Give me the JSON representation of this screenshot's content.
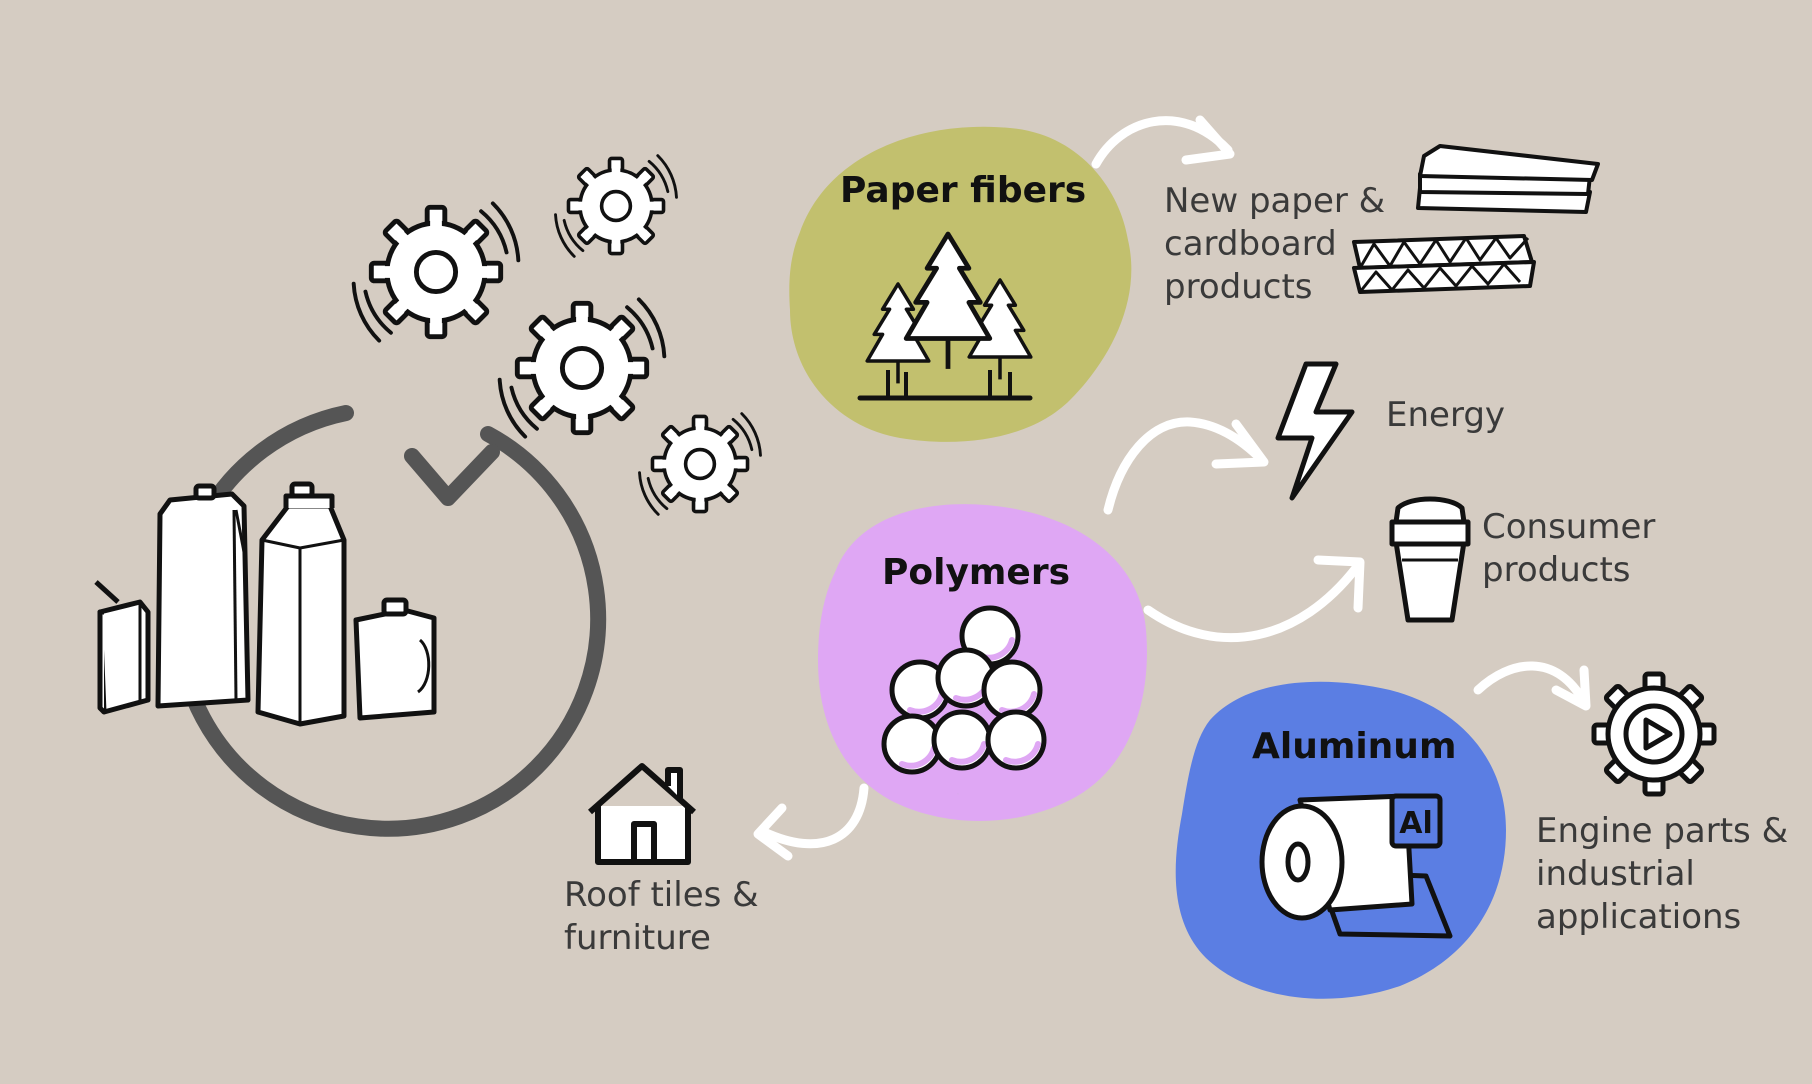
{
  "materials": {
    "paper": {
      "title": "Paper fibers",
      "color": "#c2c06e",
      "icon": "trees-icon"
    },
    "polymers": {
      "title": "Polymers",
      "color": "#dfa7f4",
      "icon": "spheres-icon"
    },
    "aluminum": {
      "title": "Aluminum",
      "color": "#5b7ee3",
      "icon": "foil-roll-icon",
      "badge": "Al"
    }
  },
  "outputs": {
    "paper_products": {
      "lines": [
        "New paper &",
        "cardboard",
        "products"
      ],
      "icon": "paper-stack-icon"
    },
    "energy": {
      "lines": [
        "Energy"
      ],
      "icon": "lightning-icon"
    },
    "consumer": {
      "lines": [
        "Consumer",
        "products"
      ],
      "icon": "coffee-cup-icon"
    },
    "roof": {
      "lines": [
        "Roof tiles &",
        "furniture"
      ],
      "icon": "house-icon"
    },
    "engine": {
      "lines": [
        "Engine parts &",
        "industrial",
        "applications"
      ],
      "icon": "gear-play-icon"
    }
  },
  "source": {
    "icon": "beverage-cartons-icon",
    "cycle_icon": "recycle-arrow-icon",
    "process_icon": "gears-icon"
  }
}
